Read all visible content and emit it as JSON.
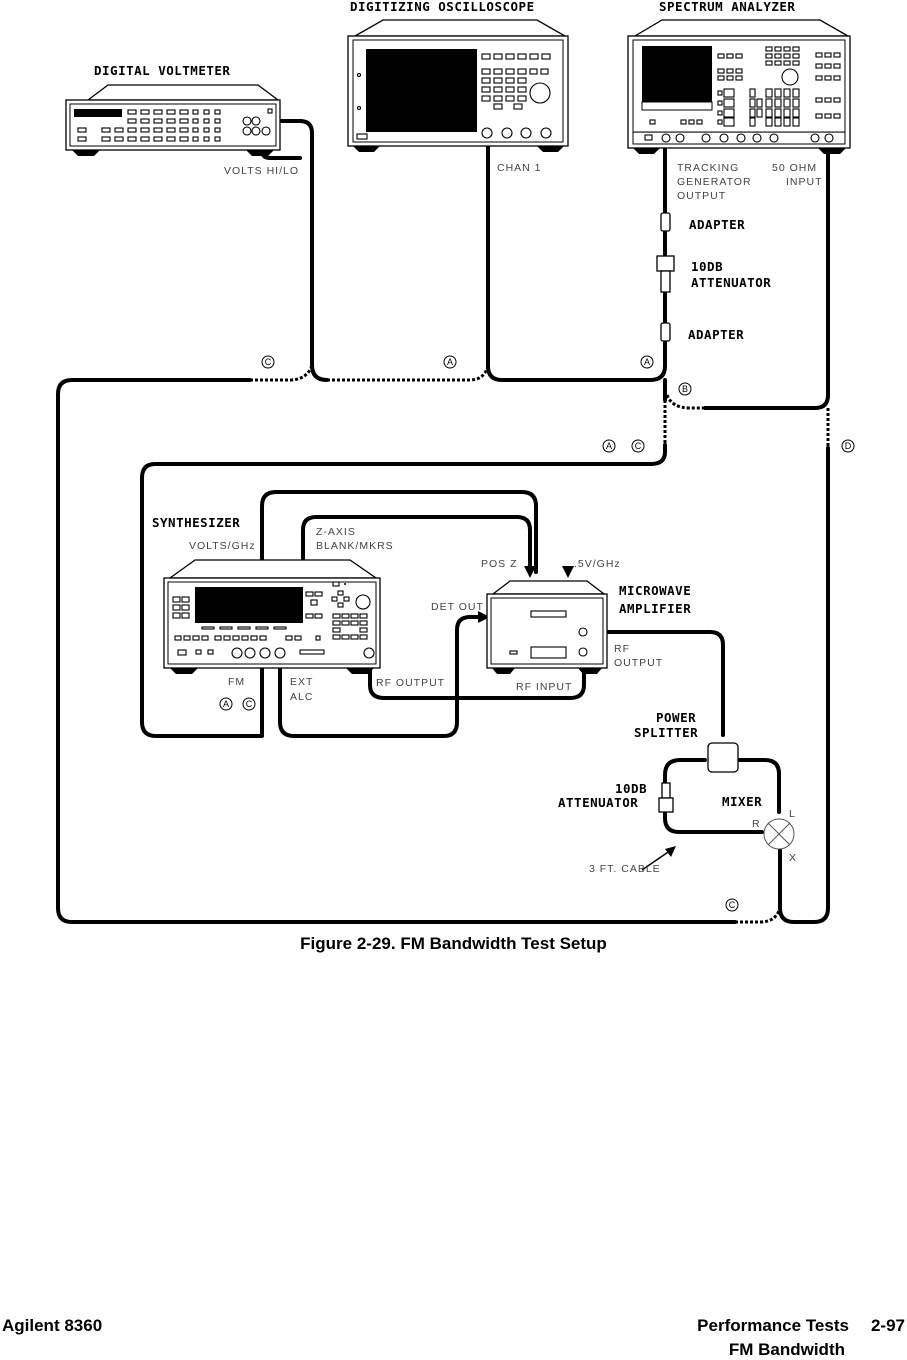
{
  "figure": {
    "caption": "Figure 2-29. FM Bandwidth Test Setup",
    "instruments": {
      "voltmeter": "DIGITAL VOLTMETER",
      "oscilloscope": "DIGITIZING OSCILLOSCOPE",
      "spectrum_analyzer": "SPECTRUM ANALYZER",
      "synthesizer": "SYNTHESIZER",
      "microwave_amplifier": [
        "MICROWAVE",
        "AMPLIFIER"
      ],
      "power_splitter": [
        "POWER",
        "SPLITTER"
      ],
      "attenuator_top": [
        "10DB",
        "ATTENUATOR"
      ],
      "attenuator_bottom": [
        "10DB",
        "ATTENUATOR"
      ],
      "adapter_1": "ADAPTER",
      "adapter_2": "ADAPTER",
      "mixer": "MIXER"
    },
    "port_labels": {
      "volts_hilo": "VOLTS  HI/LO",
      "chan1": "CHAN  1",
      "tracking_gen": [
        "TRACKING",
        "GENERATOR",
        "OUTPUT"
      ],
      "ohm_input": [
        "50  OHM",
        "INPUT"
      ],
      "volts_ghz": "VOLTS/GHz",
      "z_axis": [
        "Z-AXIS",
        "BLANK/MKRS"
      ],
      "pos_z": "POS  Z",
      "half_v_ghz": ".5V/GHz",
      "det_out": "DET  OUT",
      "rf_output_amp": [
        "RF",
        "OUTPUT"
      ],
      "rf_input": "RF  INPUT",
      "rf_output_synth": "RF  OUTPUT",
      "fm": "FM",
      "ext_alc": [
        "EXT",
        "ALC"
      ],
      "mixer_r": "R",
      "mixer_l": "L",
      "mixer_x": "X",
      "cable_note": "3  FT.  CABLE"
    },
    "markers": {
      "c_top": "C",
      "a_mid": "A",
      "a_right": "A",
      "b": "B",
      "a_low": "A",
      "c_low": "C",
      "d": "D",
      "fm_a": "A",
      "fm_c": "C",
      "c_bottom": "C"
    }
  },
  "footer": {
    "left": "Agilent 8360",
    "section": "Performance Tests",
    "page": "2-97",
    "subsection": "FM Bandwidth"
  }
}
